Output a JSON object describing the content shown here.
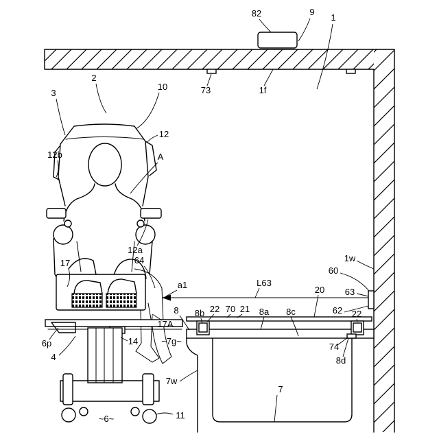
{
  "labels": {
    "l82": "82",
    "l9": "9",
    "l1": "1",
    "l2": "2",
    "l10": "10",
    "l3": "3",
    "l73": "73",
    "l1f": "1f",
    "l12": "12",
    "l12b": "12b",
    "lA": "A",
    "l12a": "12a",
    "l64": "64",
    "l17": "17",
    "l1w": "1w",
    "l60": "60",
    "la1": "a1",
    "lL63": "L63",
    "l20": "20",
    "l63": "63",
    "l8": "8",
    "l22left": "22",
    "l70": "70",
    "l21": "21",
    "l8b": "8b",
    "l8a": "8a",
    "l8c": "8c",
    "l62": "62",
    "l22right": "22",
    "l17A": "17A",
    "l7g": "~7g~",
    "l6p": "6p",
    "l14": "14",
    "l74": "74",
    "l4": "4",
    "l8d": "8d",
    "l7w": "7w",
    "l7": "7",
    "l6": "~6~",
    "l11": "11"
  }
}
